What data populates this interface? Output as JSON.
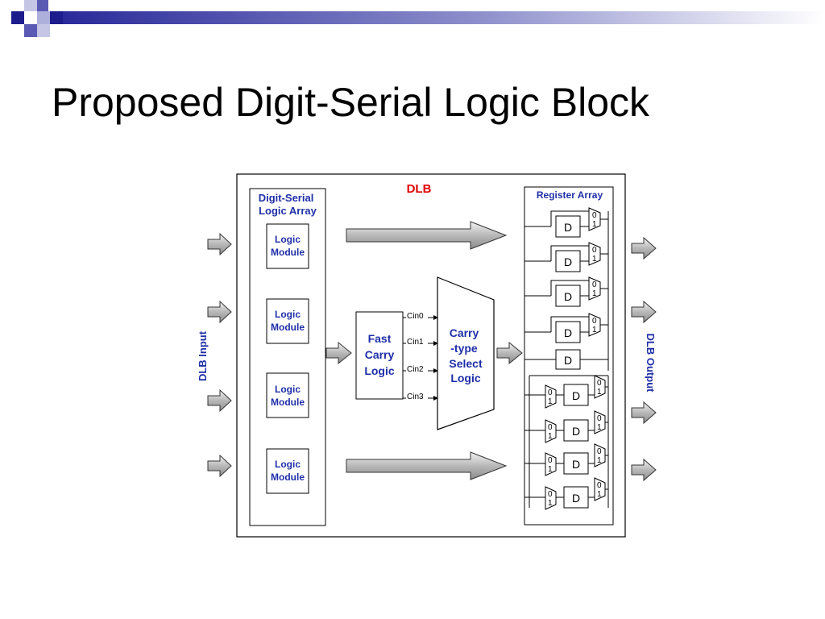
{
  "slide": {
    "title": "Proposed Digit-Serial Logic Block",
    "accent_colors": [
      "#1c1c8c",
      "#5a5ab4",
      "#aeb0dc"
    ]
  },
  "diagram": {
    "dlb_label": "DLB",
    "input_label": "DLB Input",
    "output_label": "DLB Output",
    "logic_array_title": [
      "Digit-Serial",
      "Logic Array"
    ],
    "logic_modules": [
      [
        "Logic",
        "Module"
      ],
      [
        "Logic",
        "Module"
      ],
      [
        "Logic",
        "Module"
      ],
      [
        "Logic",
        "Module"
      ]
    ],
    "fast_carry": [
      "Fast",
      "Carry",
      "Logic"
    ],
    "carry_select": [
      "Carry",
      "-type",
      "Select",
      "Logic"
    ],
    "cin_labels": [
      "Cin0",
      "Cin1",
      "Cin2",
      "Cin3"
    ],
    "register_array_title": "Register Array",
    "register_label": "D",
    "mux_bits": [
      "0",
      "1"
    ],
    "label_color": "#1f2fa8",
    "dlb_color": "#e00000"
  }
}
